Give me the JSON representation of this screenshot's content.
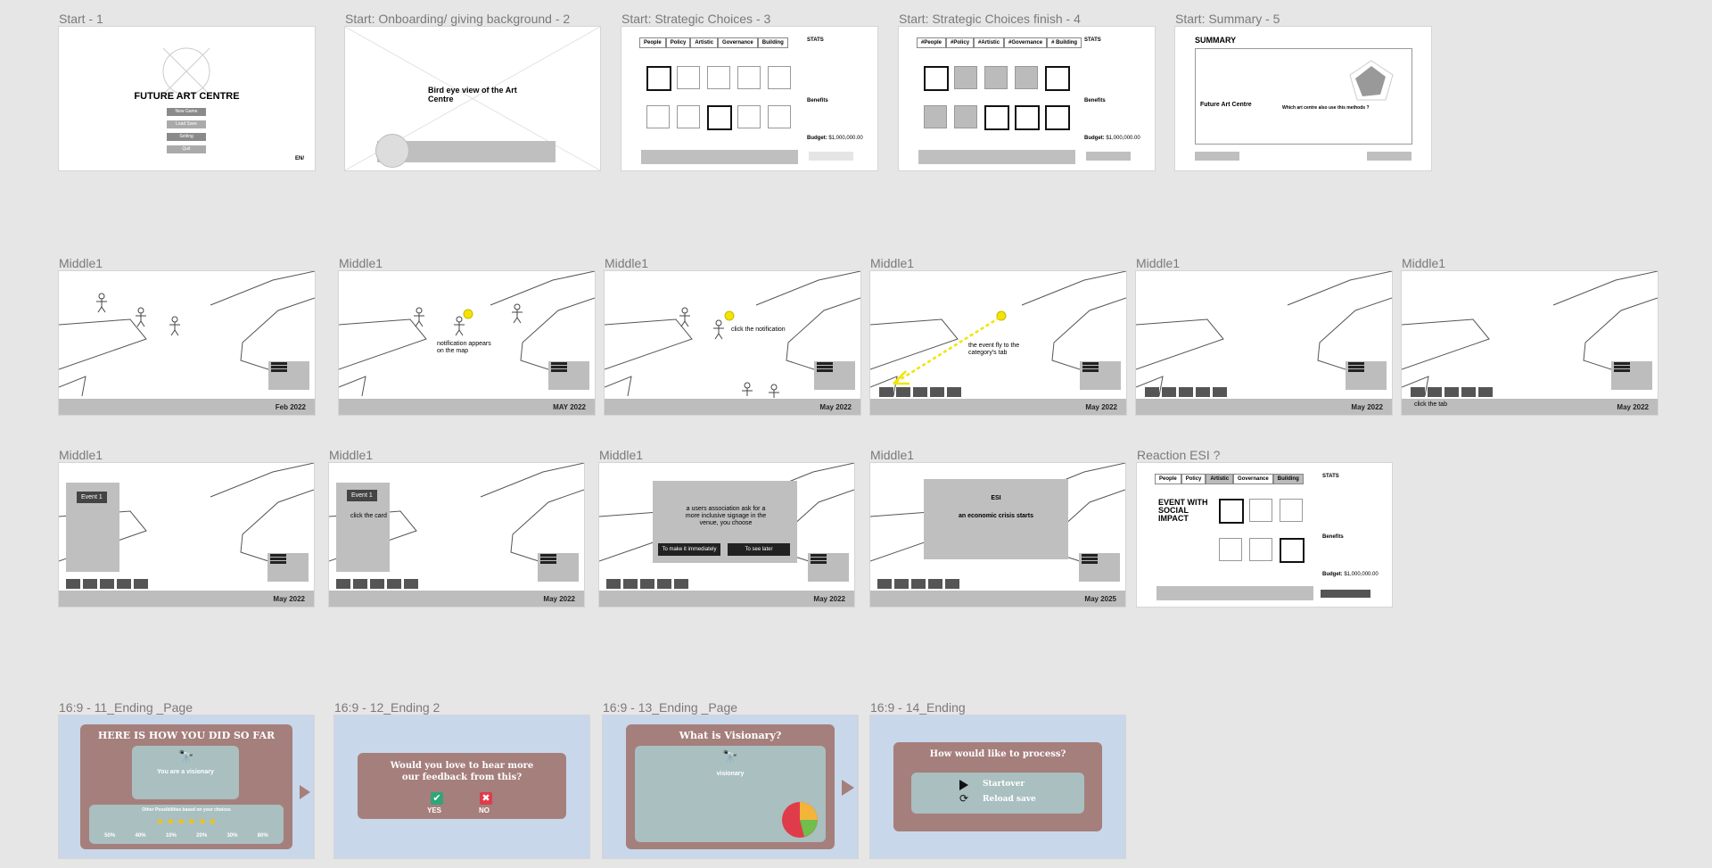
{
  "frames": {
    "f1": "Start - 1",
    "f2": "Start: Onboarding/ giving background - 2",
    "f3": "Start: Strategic Choices - 3",
    "f4": "Start: Strategic Choices finish - 4",
    "f5": "Start: Summary - 5",
    "middle": "Middle1",
    "reaction": "Reaction ESI ?",
    "end1": "16:9 - 11_Ending _Page",
    "end2": "16:9 - 12_Ending 2",
    "end3": "16:9 - 13_Ending _Page",
    "end4": "16:9 - 14_Ending"
  },
  "start1": {
    "title": "FUTURE ART CENTRE",
    "buttons": [
      "New Game",
      "Load Save",
      "Setting",
      "Quit"
    ],
    "lang": "EN/"
  },
  "start2": {
    "title": "Bird eye view of the Art Centre"
  },
  "tabs3": [
    "People",
    "Policy",
    "Artistic",
    "Governance",
    "Building"
  ],
  "tabs4": [
    "#People",
    "#Policy",
    "#Artistic",
    "#Governance",
    "# Building"
  ],
  "stats": "STATS",
  "benefits": "Benefits",
  "budget": "Budget:",
  "budget_value": "$1,000,000.00",
  "summary": {
    "title": "SUMMARY",
    "sub": "Future Art Centre",
    "q": "Which art centre also use this methods ?"
  },
  "map": {
    "notif": "notification appears on the map",
    "click_notif": "click the notification",
    "fly": "the event fly to the category's tab",
    "click_tab": "click the tab",
    "event1": "Event 1",
    "click_card": "click the card",
    "assoc": "a users association ask for a more inclusive signage in the venue, you choose",
    "opt1": "To make it immediately",
    "opt2": "To see later",
    "esi": "ESI",
    "esi_sub": "an economic crisis starts",
    "dates": [
      "Feb  2022",
      "MAY  2022",
      "May 2022",
      "May 2022",
      "May 2022",
      "May 2022",
      "May 2022",
      "May 2022",
      "May 2022",
      "May 2025"
    ]
  },
  "reaction": {
    "title": "EVENT WITH SOCIAL IMPACT",
    "tabs": [
      "People",
      "Policy",
      "Artistic",
      "Governance",
      "Building"
    ]
  },
  "end1": {
    "title": "HERE IS HOW YOU DID SO FAR",
    "role": "You are a visionary",
    "other": "Other Possibilities based on your choices",
    "pcts": [
      "50%",
      "40%",
      "10%",
      "20%",
      "30%",
      "80%"
    ]
  },
  "end2": {
    "q": "Would you love to hear more our feedback from this?",
    "yes": "YES",
    "no": "NO"
  },
  "end3": {
    "title": "What is Visionary?",
    "label": "visionary"
  },
  "end4": {
    "title": "How would like to process?",
    "start": "Startover",
    "reload": "Reload save"
  },
  "colors": {
    "panel": "#a57f7c",
    "inner": "#a9bfc0",
    "bg_end": "#c9d7ea",
    "yellow": "#f1e400"
  }
}
